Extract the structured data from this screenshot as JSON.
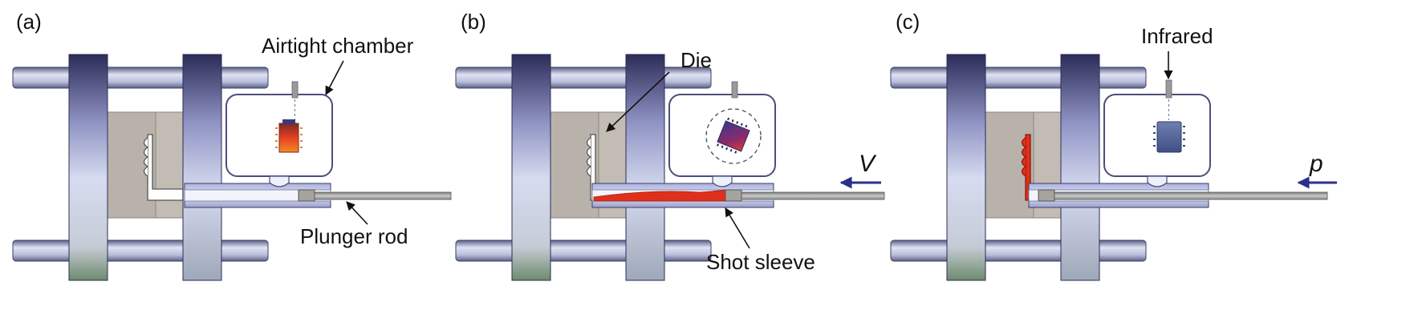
{
  "panels": {
    "a": {
      "label": "(a)",
      "airtight_chamber": "Airtight chamber",
      "plunger_rod": "Plunger rod"
    },
    "b": {
      "label": "(b)",
      "die": "Die",
      "shot_sleeve": "Shot sleeve",
      "velocity_symbol": "V"
    },
    "c": {
      "label": "(c)",
      "infrared": "Infrared",
      "pressure_symbol": "p"
    }
  },
  "colors": {
    "column": "#3c3c66",
    "die_block": "#b9b2aa",
    "molten_metal": "#e0301c",
    "arrow": "#2a2f8c",
    "sleeve": "#bfc3e6"
  }
}
